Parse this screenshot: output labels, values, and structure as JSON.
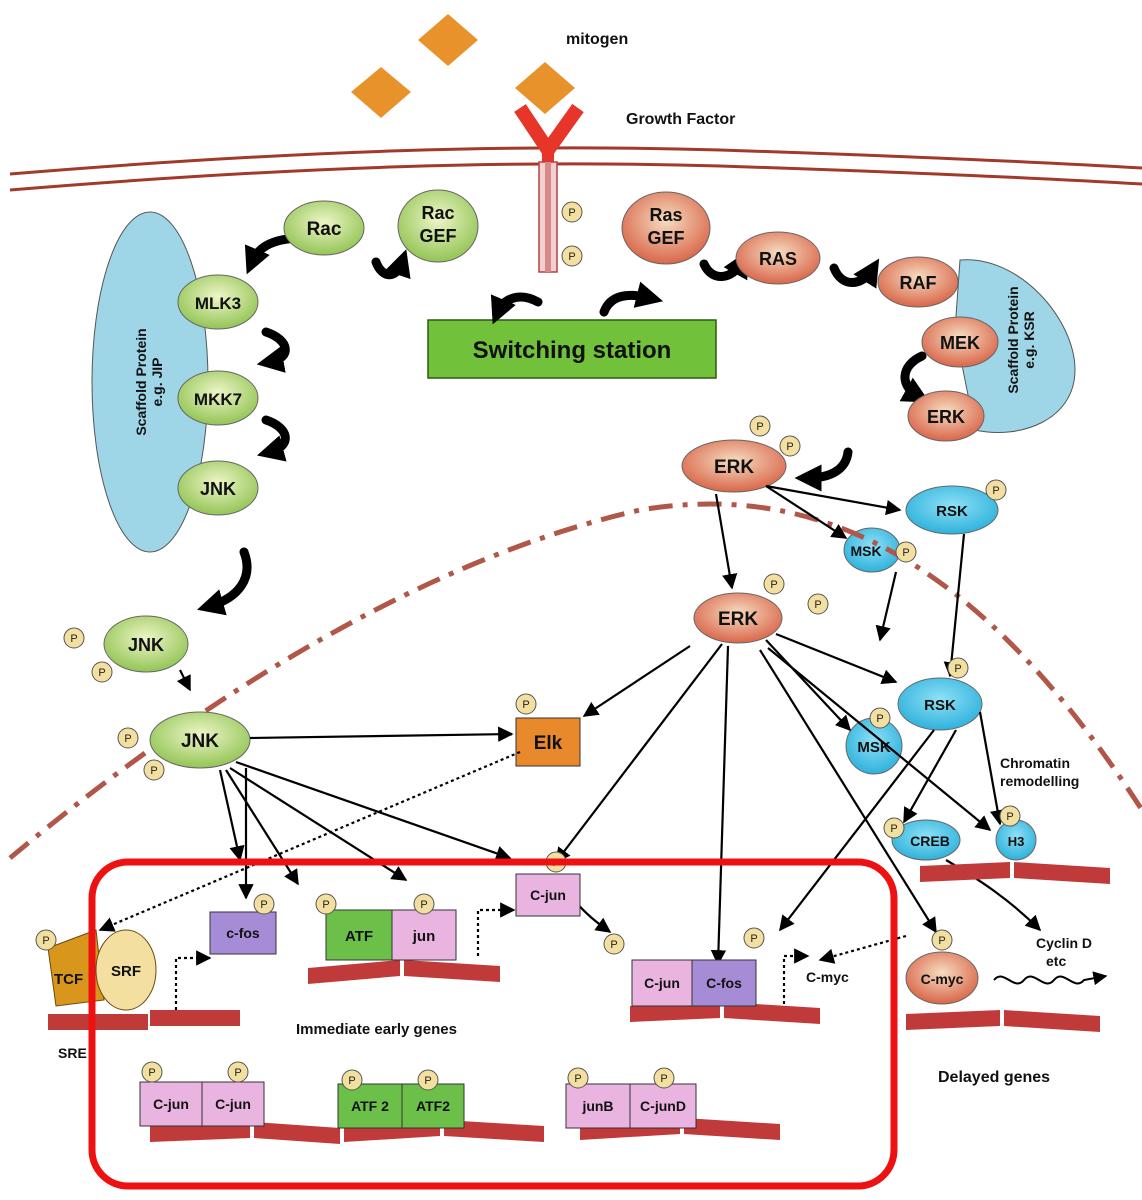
{
  "labels": {
    "mitogen": "mitogen",
    "growth_factor": "Growth Factor",
    "switching_station": "Switching station",
    "scaffold_left": [
      "Scaffold Protein",
      "e.g. JIP"
    ],
    "scaffold_right": [
      "Scaffold Protein",
      "e.g. KSR"
    ],
    "chromatin": [
      "Chromatin",
      "remodelling"
    ],
    "immediate": "Immediate early genes",
    "delayed": "Delayed genes",
    "sre": "SRE",
    "cyclin": [
      "Cyclin D",
      "etc"
    ],
    "cmyc_gene": "C-myc",
    "p": "P"
  },
  "nodes": {
    "rac": "Rac",
    "racgef": [
      "Rac",
      "GEF"
    ],
    "rasgef": [
      "Ras",
      "GEF"
    ],
    "ras": "RAS",
    "raf": "RAF",
    "mek": "MEK",
    "erk_s": "ERK",
    "mlk3": "MLK3",
    "mkk7": "MKK7",
    "jnk_s": "JNK",
    "erk1": "ERK",
    "erk2": "ERK",
    "jnk1": "JNK",
    "jnk2": "JNK",
    "rsk1": "RSK",
    "msk1": "MSK",
    "rsk2": "RSK",
    "msk2": "MSK",
    "creb": "CREB",
    "h3": "H3",
    "elk": "Elk",
    "tcf": "TCF",
    "srf": "SRF",
    "cfos": "c-fos",
    "atf": "ATF",
    "jun": "jun",
    "cjun_mid": "C-jun",
    "cjun_r": "C-jun",
    "cfos_r": "C-fos",
    "cmyc": "C-myc",
    "cjun_b1": "C-jun",
    "cjun_b2": "C-jun",
    "atf2_1": "ATF 2",
    "atf2_2": "ATF2",
    "junb": "junB",
    "jund": "C-junD"
  },
  "colors": {
    "diamond": "#e8922c",
    "membrane": "#a23a2a",
    "receptor": "#e8352a",
    "green": "#b6d77a",
    "red_node": "#e9a37a",
    "blue": "#4fc6e8",
    "switch": "#72c13a",
    "highlight": "#ee1111",
    "pink": "#eab4e0",
    "purple": "#a68cd6",
    "box_green": "#6cc04a",
    "dna": "#c13a3a",
    "phospho": "#f3e0a0",
    "elk": "#e8892c",
    "scaffold": "#9ed6e8"
  }
}
